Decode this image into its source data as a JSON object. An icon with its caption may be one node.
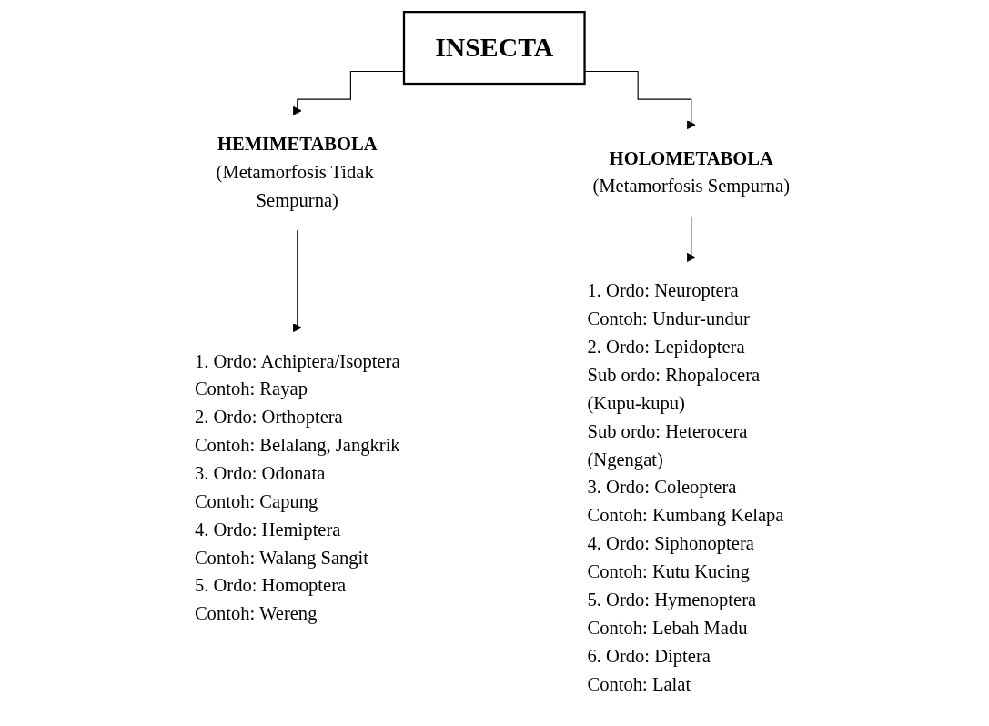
{
  "diagram": {
    "nodes": [
      {
        "text": [
          "INSECTA"
        ]
      },
      {
        "text": [
          "HEMIMETABOLA",
          "(Metamorfosis Tidak Sempurna)"
        ]
      },
      {
        "text": [
          "HOLOMETABOLA",
          "(Metamorfosis Sempurna)"
        ]
      },
      {
        "text": [
          "1. Ordo: Achiptera/Isoptera",
          "Contoh: Rayap",
          "2. Ordo: Orthoptera",
          "Contoh: Belalang, Jangkrik",
          "3. Ordo: Odonata",
          "Contoh: Capung",
          "4. Ordo: Hemiptera",
          "Contoh: Walang Sangit",
          "5. Ordo: Homoptera",
          "Contoh: Wereng"
        ]
      },
      {
        "text": [
          "1. Ordo: Neuroptera",
          "Contoh: Undur-undur",
          "2. Ordo: Lepidoptera",
          "Sub ordo: Rhopalocera (Kupu-kupu)",
          "Sub ordo: Heterocera (Ngengat)",
          "3. Ordo: Coleoptera",
          "Contoh: Kumbang Kelapa",
          "4. Ordo: Siphonoptera",
          "Contoh: Kutu Kucing",
          "5. Ordo: Hymenoptera",
          "Contoh: Lebah Madu",
          "6. Ordo: Diptera",
          "Contoh: Lalat"
        ]
      }
    ],
    "edges": [
      {
        "from": 0,
        "to": 1,
        "arrow": "to"
      },
      {
        "from": 0,
        "to": 2,
        "arrow": "to"
      },
      {
        "from": 1,
        "to": 3,
        "arrow": "to"
      },
      {
        "from": 2,
        "to": 4,
        "arrow": "to"
      }
    ]
  }
}
